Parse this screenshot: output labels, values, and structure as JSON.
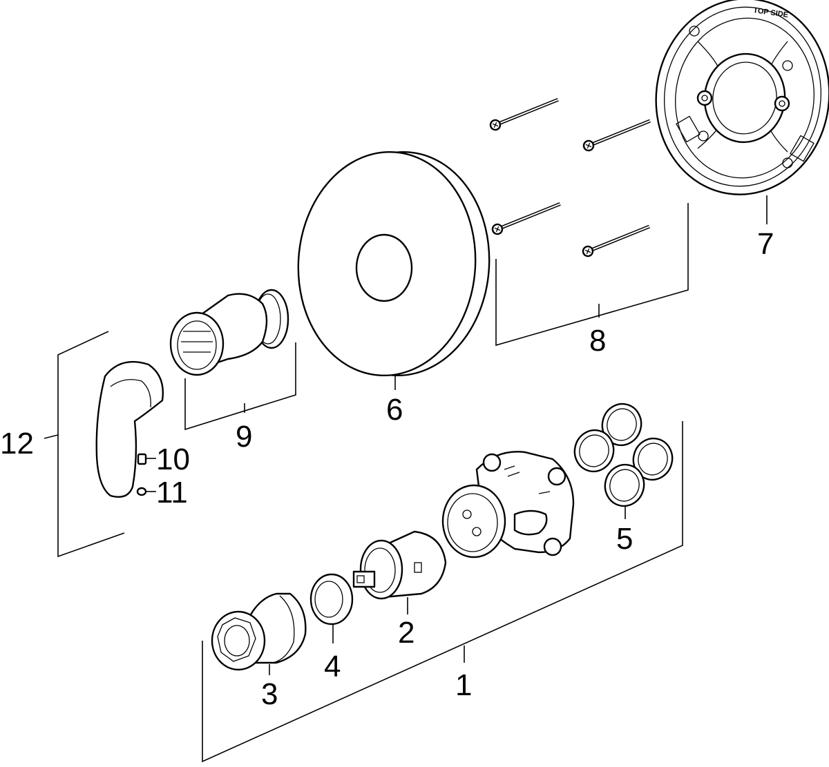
{
  "callouts": {
    "c1": "1",
    "c2": "2",
    "c3": "3",
    "c4": "4",
    "c5": "5",
    "c6": "6",
    "c7": "7",
    "c8": "8",
    "c9": "9",
    "c10": "10",
    "c11": "11",
    "c12": "12"
  },
  "ring_marking": "TOP SIDE",
  "icons": [
    "mounting-ring",
    "screws",
    "cover-plate",
    "sleeve",
    "lever-handle",
    "valve-body",
    "cartridge",
    "nut-ring",
    "bonnet",
    "o-rings"
  ]
}
